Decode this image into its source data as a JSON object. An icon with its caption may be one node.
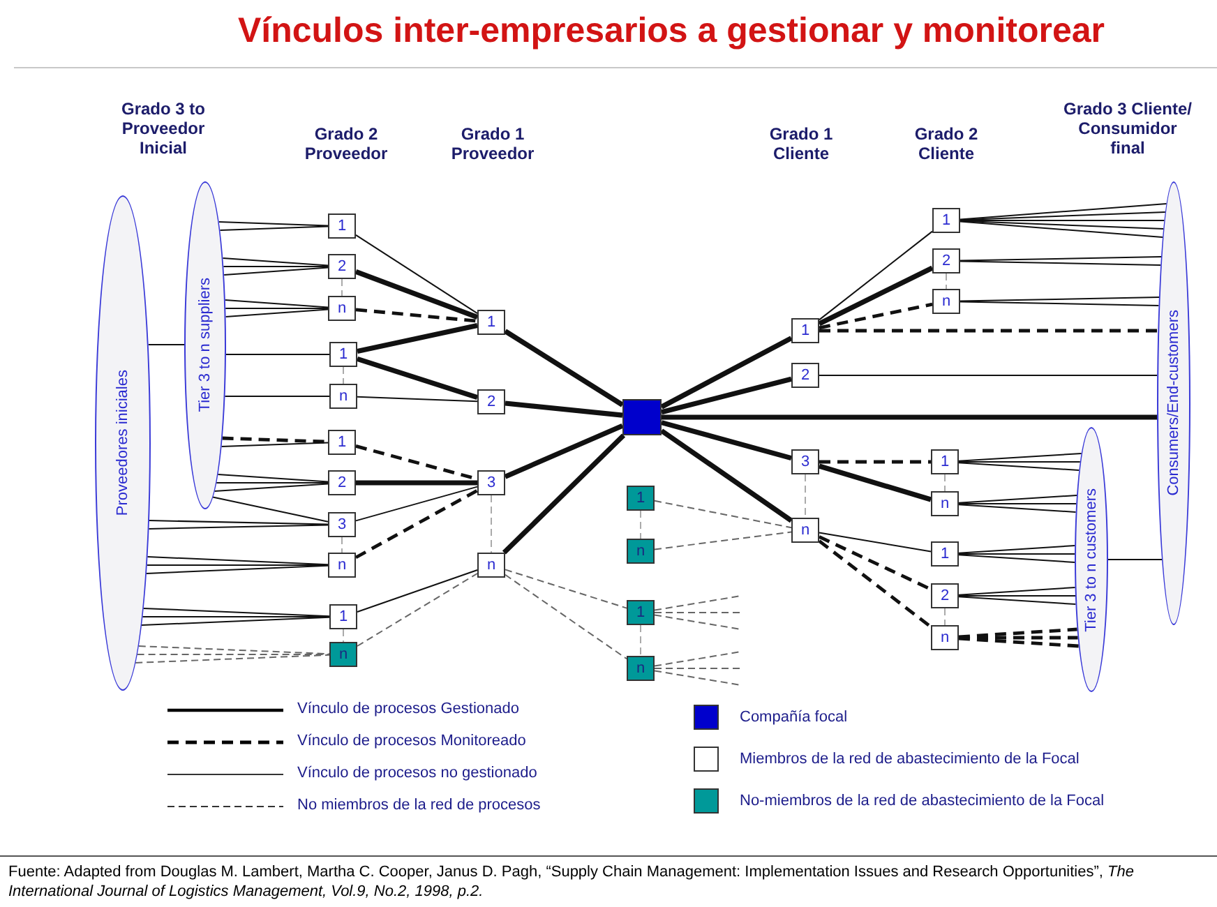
{
  "diagram": {
    "title": "Vínculos inter-empresarios a gestionar y monitorear",
    "caption": "Fuente: Adapted from Douglas M. Lambert, Martha C. Cooper, Janus D. Pagh, “Supply Chain Management: Implementation Issues and Research Opportunities”, *The International Journal of Logistics Management, Vol.9, No.2, 1998, p.2.*",
    "nodes": [
      {
        "text": [
          "Proveedores iniciales"
        ]
      },
      {
        "text": [
          "Tier 3 to n suppliers"
        ]
      },
      {
        "text": [
          "1"
        ]
      },
      {
        "text": [
          "2"
        ]
      },
      {
        "text": [
          "n"
        ]
      },
      {
        "text": [
          "1"
        ]
      },
      {
        "text": [
          "n"
        ]
      },
      {
        "text": [
          "1"
        ]
      },
      {
        "text": [
          "2"
        ]
      },
      {
        "text": [
          "3"
        ]
      },
      {
        "text": [
          "n"
        ]
      },
      {
        "text": [
          "1"
        ]
      },
      {
        "text": [
          "n"
        ]
      },
      {
        "text": [
          "1"
        ]
      },
      {
        "text": [
          "2"
        ]
      },
      {
        "text": [
          "3"
        ]
      },
      {
        "text": [
          "n"
        ]
      },
      {
        "text": [],
        "shape": "box"
      },
      {
        "text": [
          "1"
        ]
      },
      {
        "text": [
          "n"
        ]
      },
      {
        "text": [
          "1"
        ]
      },
      {
        "text": [
          "n"
        ]
      },
      {
        "text": [
          "1"
        ]
      },
      {
        "text": [
          "2"
        ]
      },
      {
        "text": [
          "3"
        ]
      },
      {
        "text": [
          "n"
        ]
      },
      {
        "text": [
          "1"
        ]
      },
      {
        "text": [
          "2"
        ]
      },
      {
        "text": [
          "n"
        ]
      },
      {
        "text": [
          "1"
        ]
      },
      {
        "text": [
          "n"
        ]
      },
      {
        "text": [
          "1"
        ]
      },
      {
        "text": [
          "2"
        ]
      },
      {
        "text": [
          "n"
        ]
      },
      {
        "text": [
          "Consumers/End-customers"
        ]
      },
      {
        "text": [
          "Tier 3 to n customers"
        ]
      }
    ],
    "edges": [
      {
        "from": 0,
        "to": 1,
        "arrow": "none"
      },
      {
        "from": 1,
        "to": 2,
        "arrow": "none"
      },
      {
        "from": 1,
        "to": 2,
        "arrow": "none"
      },
      {
        "from": 1,
        "to": 3,
        "arrow": "none"
      },
      {
        "from": 1,
        "to": 3,
        "arrow": "none"
      },
      {
        "from": 1,
        "to": 3,
        "arrow": "none"
      },
      {
        "from": 1,
        "to": 4,
        "arrow": "none"
      },
      {
        "from": 1,
        "to": 4,
        "arrow": "none"
      },
      {
        "from": 1,
        "to": 4,
        "arrow": "none"
      },
      {
        "from": 1,
        "to": 5,
        "arrow": "none"
      },
      {
        "from": 1,
        "to": 6,
        "arrow": "none"
      },
      {
        "from": 1,
        "to": 7,
        "arrow": "none",
        "style": "dashed"
      },
      {
        "from": 1,
        "to": 7,
        "arrow": "none"
      },
      {
        "from": 1,
        "to": 8,
        "arrow": "none"
      },
      {
        "from": 1,
        "to": 8,
        "arrow": "none"
      },
      {
        "from": 1,
        "to": 8,
        "arrow": "none"
      },
      {
        "from": 1,
        "to": 9,
        "arrow": "none"
      },
      {
        "from": 0,
        "to": 9,
        "arrow": "none"
      },
      {
        "from": 0,
        "to": 9,
        "arrow": "none"
      },
      {
        "from": 0,
        "to": 10,
        "arrow": "none"
      },
      {
        "from": 0,
        "to": 10,
        "arrow": "none"
      },
      {
        "from": 0,
        "to": 10,
        "arrow": "none"
      },
      {
        "from": 0,
        "to": 11,
        "arrow": "none"
      },
      {
        "from": 0,
        "to": 11,
        "arrow": "none"
      },
      {
        "from": 0,
        "to": 11,
        "arrow": "none"
      },
      {
        "from": 0,
        "to": 12,
        "arrow": "none",
        "style": "dashed",
        "color": "#666666"
      },
      {
        "from": 0,
        "to": 12,
        "arrow": "none",
        "style": "dashed",
        "color": "#666666"
      },
      {
        "from": 0,
        "to": 12,
        "arrow": "none",
        "style": "dashed",
        "color": "#666666"
      },
      {
        "from": 3,
        "to": 4,
        "arrow": "none",
        "style": "dashed",
        "color": "#aaaaaa"
      },
      {
        "from": 5,
        "to": 6,
        "arrow": "none",
        "style": "dashed",
        "color": "#aaaaaa"
      },
      {
        "from": 9,
        "to": 10,
        "arrow": "none",
        "style": "dashed",
        "color": "#aaaaaa"
      },
      {
        "from": 11,
        "to": 12,
        "arrow": "none",
        "style": "dashed",
        "color": "#aaaaaa"
      },
      {
        "from": 2,
        "to": 13,
        "arrow": "none"
      },
      {
        "from": 3,
        "to": 13,
        "arrow": "none",
        "style": "thick"
      },
      {
        "from": 4,
        "to": 13,
        "arrow": "none",
        "style": "dashed"
      },
      {
        "from": 5,
        "to": 13,
        "arrow": "none",
        "style": "thick"
      },
      {
        "from": 5,
        "to": 14,
        "arrow": "none",
        "style": "thick"
      },
      {
        "from": 6,
        "to": 14,
        "arrow": "none"
      },
      {
        "from": 7,
        "to": 15,
        "arrow": "none",
        "style": "dashed"
      },
      {
        "from": 8,
        "to": 15,
        "arrow": "none",
        "style": "thick"
      },
      {
        "from": 9,
        "to": 15,
        "arrow": "none"
      },
      {
        "from": 10,
        "to": 15,
        "arrow": "none",
        "style": "dashed"
      },
      {
        "from": 11,
        "to": 16,
        "arrow": "none"
      },
      {
        "from": 12,
        "to": 16,
        "arrow": "none",
        "style": "dashed",
        "color": "#666666"
      },
      {
        "from": 15,
        "to": 16,
        "arrow": "none",
        "style": "dashed",
        "color": "#aaaaaa"
      },
      {
        "from": 13,
        "to": 17,
        "arrow": "none",
        "style": "thick"
      },
      {
        "from": 14,
        "to": 17,
        "arrow": "none",
        "style": "thick"
      },
      {
        "from": 15,
        "to": 17,
        "arrow": "none",
        "style": "thick"
      },
      {
        "from": 16,
        "to": 17,
        "arrow": "none",
        "style": "thick"
      },
      {
        "from": 16,
        "to": 20,
        "arrow": "none",
        "style": "dashed",
        "color": "#666666"
      },
      {
        "from": 16,
        "to": 21,
        "arrow": "none",
        "style": "dashed",
        "color": "#666666"
      },
      {
        "from": 18,
        "to": 19,
        "arrow": "none",
        "style": "dashed",
        "color": "#aaaaaa"
      },
      {
        "from": 20,
        "to": 21,
        "arrow": "none",
        "style": "dashed",
        "color": "#aaaaaa"
      },
      {
        "from": 18,
        "to": 25,
        "arrow": "none",
        "style": "dashed",
        "color": "#666666"
      },
      {
        "from": 19,
        "to": 25,
        "arrow": "none",
        "style": "dashed",
        "color": "#666666"
      },
      {
        "from": 20,
        "to": null,
        "arrow": "none",
        "style": "dashed",
        "color": "#666666"
      },
      {
        "from": 20,
        "to": null,
        "arrow": "none",
        "style": "dashed",
        "color": "#666666"
      },
      {
        "from": 20,
        "to": null,
        "arrow": "none",
        "style": "dashed",
        "color": "#666666"
      },
      {
        "from": 21,
        "to": null,
        "arrow": "none",
        "style": "dashed",
        "color": "#666666"
      },
      {
        "from": 21,
        "to": null,
        "arrow": "none",
        "style": "dashed",
        "color": "#666666"
      },
      {
        "from": 21,
        "to": null,
        "arrow": "none",
        "style": "dashed",
        "color": "#666666"
      },
      {
        "from": 17,
        "to": 22,
        "arrow": "none",
        "style": "thick"
      },
      {
        "from": 17,
        "to": 23,
        "arrow": "none",
        "style": "thick"
      },
      {
        "from": 17,
        "to": 34,
        "arrow": "none",
        "style": "thick"
      },
      {
        "from": 17,
        "to": 24,
        "arrow": "none",
        "style": "thick"
      },
      {
        "from": 17,
        "to": 25,
        "arrow": "none",
        "style": "thick"
      },
      {
        "from": 24,
        "to": 25,
        "arrow": "none",
        "style": "dashed",
        "color": "#aaaaaa"
      },
      {
        "from": 22,
        "to": 26,
        "arrow": "none"
      },
      {
        "from": 22,
        "to": 27,
        "arrow": "none",
        "style": "thick"
      },
      {
        "from": 22,
        "to": 28,
        "arrow": "none",
        "style": "dashed"
      },
      {
        "from": 22,
        "to": 34,
        "arrow": "none",
        "style": "dashed"
      },
      {
        "from": 23,
        "to": 34,
        "arrow": "none"
      },
      {
        "from": 24,
        "to": 29,
        "arrow": "none",
        "style": "dashed"
      },
      {
        "from": 24,
        "to": 30,
        "arrow": "none",
        "style": "thick"
      },
      {
        "from": 25,
        "to": 31,
        "arrow": "none"
      },
      {
        "from": 25,
        "to": 32,
        "arrow": "none",
        "style": "dashed"
      },
      {
        "from": 25,
        "to": 33,
        "arrow": "none",
        "style": "dashed"
      },
      {
        "from": 27,
        "to": 28,
        "arrow": "none",
        "style": "dashed",
        "color": "#aaaaaa"
      },
      {
        "from": 29,
        "to": 30,
        "arrow": "none",
        "style": "dashed",
        "color": "#aaaaaa"
      },
      {
        "from": 32,
        "to": 33,
        "arrow": "none",
        "style": "dashed",
        "color": "#aaaaaa"
      },
      {
        "from": 26,
        "to": 34,
        "arrow": "none"
      },
      {
        "from": 26,
        "to": 34,
        "arrow": "none"
      },
      {
        "from": 26,
        "to": 34,
        "arrow": "none"
      },
      {
        "from": 26,
        "to": 34,
        "arrow": "none"
      },
      {
        "from": 26,
        "to": 34,
        "arrow": "none"
      },
      {
        "from": 27,
        "to": 34,
        "arrow": "none"
      },
      {
        "from": 27,
        "to": 34,
        "arrow": "none"
      },
      {
        "from": 28,
        "to": 34,
        "arrow": "none"
      },
      {
        "from": 28,
        "to": 34,
        "arrow": "none"
      },
      {
        "from": 29,
        "to": 35,
        "arrow": "none"
      },
      {
        "from": 29,
        "to": 35,
        "arrow": "none"
      },
      {
        "from": 29,
        "to": 35,
        "arrow": "none"
      },
      {
        "from": 30,
        "to": 35,
        "arrow": "none"
      },
      {
        "from": 30,
        "to": 35,
        "arrow": "none"
      },
      {
        "from": 30,
        "to": 35,
        "arrow": "none"
      },
      {
        "from": 31,
        "to": 35,
        "arrow": "none"
      },
      {
        "from": 31,
        "to": 35,
        "arrow": "none"
      },
      {
        "from": 31,
        "to": 35,
        "arrow": "none"
      },
      {
        "from": 32,
        "to": 35,
        "arrow": "none"
      },
      {
        "from": 32,
        "to": 35,
        "arrow": "none"
      },
      {
        "from": 32,
        "to": 35,
        "arrow": "none"
      },
      {
        "from": 33,
        "to": 35,
        "arrow": "none",
        "style": "dashed"
      },
      {
        "from": 33,
        "to": 35,
        "arrow": "none",
        "style": "dashed"
      },
      {
        "from": 33,
        "to": 35,
        "arrow": "none",
        "style": "dashed"
      },
      {
        "from": 35,
        "to": 34,
        "arrow": "none"
      }
    ],
    "labels": [
      "Grado 3 to Proveedor Inicial",
      "Grado 2 Proveedor",
      "Grado 1 Proveedor",
      "Grado 1 Cliente",
      "Grado 2 Cliente",
      "Grado 3 Cliente/ Consumidor final"
    ],
    "legend": [
      {
        "text": "Vínculo de procesos Gestionado"
      },
      {
        "text": "Vínculo de procesos Monitoreado"
      },
      {
        "text": "Vínculo de procesos no gestionado"
      },
      {
        "text": "No miembros de la red de procesos"
      },
      {
        "text": "Compañía focal",
        "color": "#0000cc"
      },
      {
        "text": "Miembros de la red de abastecimiento de la Focal",
        "color": "#ffffff"
      },
      {
        "text": "No-miembros de la red de abastecimiento de la Focal",
        "color": "#009999"
      }
    ]
  }
}
